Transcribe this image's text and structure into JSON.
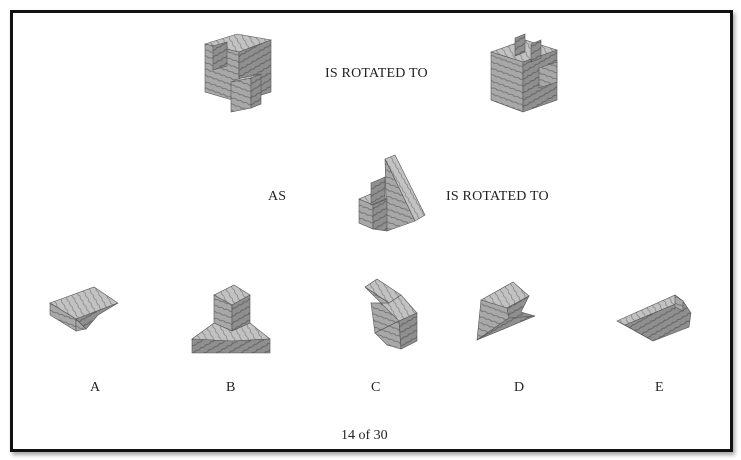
{
  "question": {
    "connector_top": "IS ROTATED TO",
    "connector_as": "AS",
    "connector_mid": "IS ROTATED TO"
  },
  "options": [
    {
      "letter": "A"
    },
    {
      "letter": "B"
    },
    {
      "letter": "C"
    },
    {
      "letter": "D"
    },
    {
      "letter": "E"
    }
  ],
  "footer": {
    "counter": "14 of 30"
  },
  "colors": {
    "wood_light": "#b9b9b9",
    "wood_mid": "#9a9a9a",
    "wood_dark": "#6e6e6e",
    "grain": "#5f5f5f",
    "border": "#111111"
  }
}
